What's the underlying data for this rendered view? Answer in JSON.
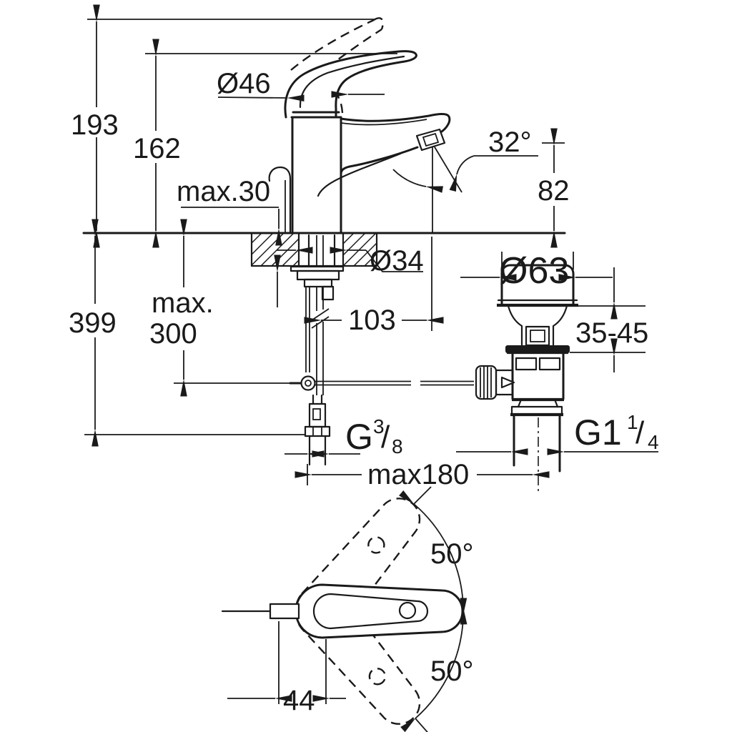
{
  "drawing": {
    "kind": "single-lever-basin-mixer-with-pop-up-waste-dimension-drawing",
    "colors": {
      "line": "#1a1a1a",
      "background": "#ffffff"
    }
  },
  "labels": {
    "overall_height": "193",
    "lever_height": "162",
    "handle_diameter": "Ø46",
    "aerator_angle": "32°",
    "outlet_height": "82",
    "deck_thickness": "max.30",
    "shank_hole_diameter": "Ø34",
    "rod_max_word": "max.",
    "rod_max_value": "300",
    "depth_total": "399",
    "spout_reach": "103",
    "waste_plug_diameter": "Ø63",
    "clamping_range": "35-45",
    "linkage_reach": "max180",
    "handle_swing_upper": "50°",
    "handle_swing_lower": "50°",
    "handle_back_offset": "44",
    "supply_thread": {
      "prefix": "G",
      "sup": "3",
      "slash": "/",
      "sub": "8"
    },
    "waste_thread": {
      "prefix": "G1",
      "sup": "1",
      "slash": "/",
      "sub": "4"
    }
  }
}
